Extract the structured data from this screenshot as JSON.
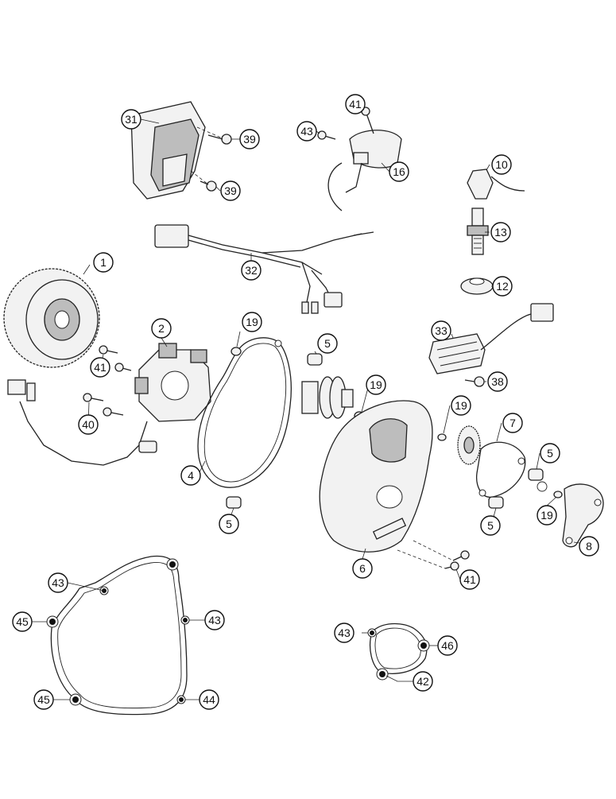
{
  "diagram": {
    "callouts": [
      {
        "id": "c31a",
        "label": "31"
      },
      {
        "id": "c39a",
        "label": "39"
      },
      {
        "id": "c39b",
        "label": "39"
      },
      {
        "id": "c41a",
        "label": "41"
      },
      {
        "id": "c43a",
        "label": "43"
      },
      {
        "id": "c16",
        "label": "16"
      },
      {
        "id": "c10",
        "label": "10"
      },
      {
        "id": "c13",
        "label": "13"
      },
      {
        "id": "c12",
        "label": "12"
      },
      {
        "id": "c32",
        "label": "32"
      },
      {
        "id": "c1",
        "label": "1"
      },
      {
        "id": "c2",
        "label": "2"
      },
      {
        "id": "c19a",
        "label": "19"
      },
      {
        "id": "c5a",
        "label": "5"
      },
      {
        "id": "c41b",
        "label": "41"
      },
      {
        "id": "c40",
        "label": "40"
      },
      {
        "id": "c19b",
        "label": "19"
      },
      {
        "id": "c19c",
        "label": "19"
      },
      {
        "id": "c33",
        "label": "33"
      },
      {
        "id": "c38",
        "label": "38"
      },
      {
        "id": "c7",
        "label": "7"
      },
      {
        "id": "c5b",
        "label": "5"
      },
      {
        "id": "c4",
        "label": "4"
      },
      {
        "id": "c5c",
        "label": "5"
      },
      {
        "id": "c5d",
        "label": "5"
      },
      {
        "id": "c19d",
        "label": "19"
      },
      {
        "id": "c8",
        "label": "8"
      },
      {
        "id": "c6",
        "label": "6"
      },
      {
        "id": "c41c",
        "label": "41"
      },
      {
        "id": "c43b",
        "label": "43"
      },
      {
        "id": "c45a",
        "label": "45"
      },
      {
        "id": "c43c",
        "label": "43"
      },
      {
        "id": "c45b",
        "label": "45"
      },
      {
        "id": "c44",
        "label": "44"
      },
      {
        "id": "c43d",
        "label": "43"
      },
      {
        "id": "c46",
        "label": "46"
      },
      {
        "id": "c42",
        "label": "42"
      }
    ]
  }
}
